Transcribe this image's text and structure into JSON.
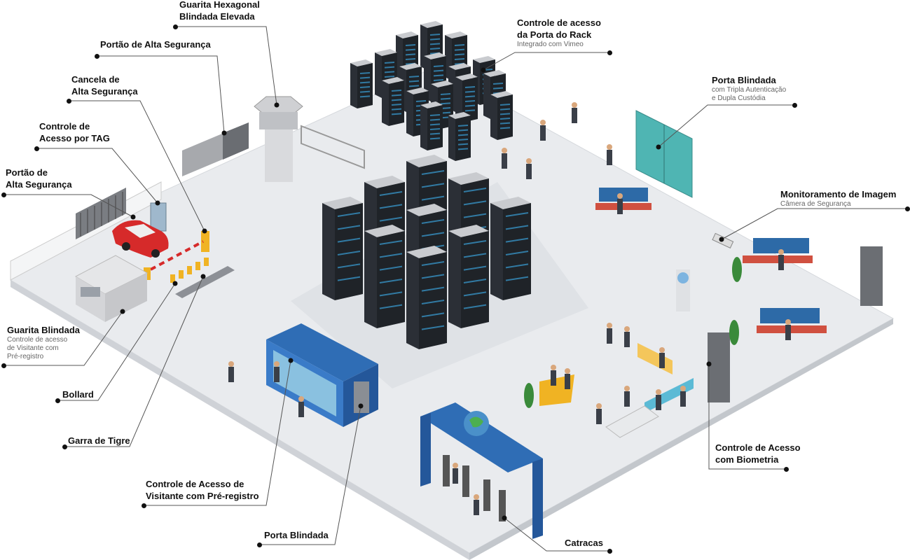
{
  "callouts": {
    "guarita_hexagonal": {
      "title": "Guarita Hexagonal\nBlindada Elevada"
    },
    "portao_alta_1": {
      "title": "Portão de Alta Segurança"
    },
    "cancela": {
      "title": "Cancela de\nAlta Segurança"
    },
    "controle_tag": {
      "title": "Controle de\nAcesso por TAG"
    },
    "portao_alta_2": {
      "title": "Portão de\nAlta Segurança"
    },
    "guarita_blindada": {
      "title": "Guarita Blindada",
      "subtitle": "Controle de acesso\nde Visitante com\nPré-registro"
    },
    "bollard": {
      "title": "Bollard"
    },
    "garra": {
      "title": "Garra de Tigre"
    },
    "controle_visitante": {
      "title": "Controle de Acesso de\nVisitante com Pré-registro"
    },
    "porta_blindada_bottom": {
      "title": "Porta Blindada"
    },
    "catracas": {
      "title": "Catracas"
    },
    "controle_rack": {
      "title": "Controle de acesso\nda Porta do Rack",
      "subtitle": "Integrado com Vimeo"
    },
    "porta_blindada_top": {
      "title": "Porta Blindada",
      "subtitle": "com Tripla Autenticação\ne Dupla Custódia"
    },
    "monitoramento": {
      "title": "Monitoramento de Imagem",
      "subtitle": "Câmera de Segurança"
    },
    "biometria": {
      "title": "Controle de Acesso\ncom Biometria"
    }
  },
  "colors": {
    "floor": "#e9ebee",
    "floor_edge": "#cfd2d7",
    "rack_dark": "#2b2f36",
    "rack_top": "#c9cbcf",
    "rack_glow": "#3aa0d8",
    "booth_blue": "#2f6db5",
    "glass": "#4fb5b3",
    "car_red": "#d62a2a",
    "barrier_yellow": "#f0b323",
    "leader_line": "#555555"
  }
}
